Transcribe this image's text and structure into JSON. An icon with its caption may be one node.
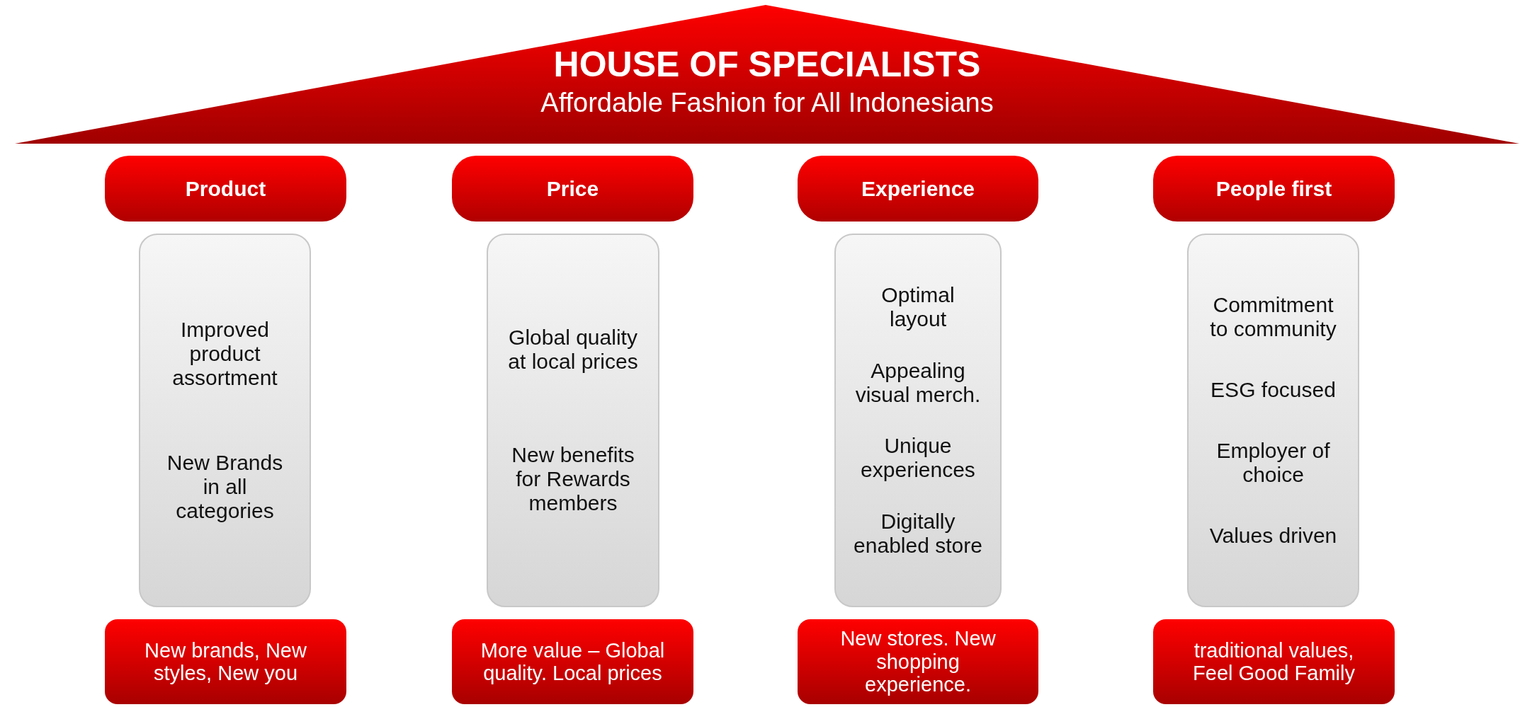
{
  "diagram": {
    "nodes": [
      {
        "text": [
          "HOUSE OF SPECIALISTS",
          "Affordable Fashion for All Indonesians"
        ]
      },
      {
        "text": [
          "Product"
        ]
      },
      {
        "text": [
          "Improved product assortment",
          "New Brands in all categories"
        ]
      },
      {
        "text": [
          "New brands, New styles, New you"
        ]
      },
      {
        "text": [
          "Price"
        ]
      },
      {
        "text": [
          "Global quality at local prices",
          "New benefits for Rewards members"
        ]
      },
      {
        "text": [
          "More value – Global quality. Local prices"
        ]
      },
      {
        "text": [
          "Experience"
        ]
      },
      {
        "text": [
          "Optimal layout",
          "Appealing visual merch.",
          "Unique experiences",
          "Digitally enabled store"
        ]
      },
      {
        "text": [
          "New stores. New shopping experience."
        ]
      },
      {
        "text": [
          "People first"
        ]
      },
      {
        "text": [
          "Commitment to community",
          "ESG focused",
          "Employer of choice",
          "Values driven"
        ]
      },
      {
        "text": [
          "traditional values, Feel Good Family"
        ]
      }
    ]
  }
}
